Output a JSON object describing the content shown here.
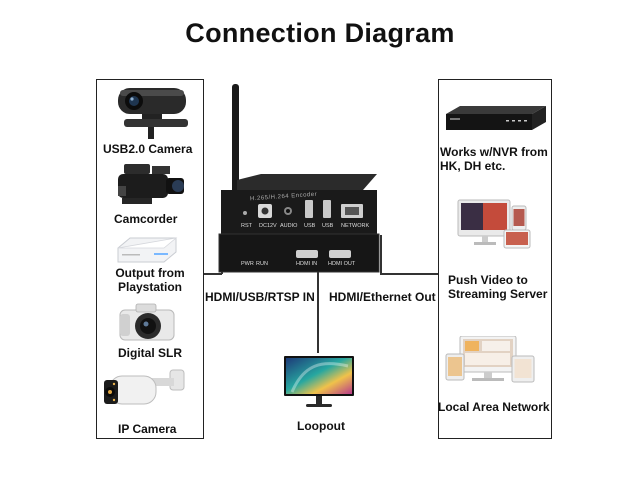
{
  "title": "Connection Diagram",
  "inputs": [
    {
      "label": "USB2.0 Camera",
      "icon": "webcam-icon"
    },
    {
      "label": "Camcorder",
      "icon": "camcorder-icon"
    },
    {
      "label": "Output from Playstation",
      "icon": "game-console-icon"
    },
    {
      "label": "Digital SLR",
      "icon": "dslr-camera-icon"
    },
    {
      "label": "IP Camera",
      "icon": "bullet-ip-camera-icon"
    }
  ],
  "outputs": [
    {
      "label": "Works w/NVR from HK, DH etc.",
      "icon": "nvr-recorder-icon"
    },
    {
      "label": "Push Video to Streaming Server",
      "icon": "streaming-screens-icon"
    },
    {
      "label": "Local Area Network",
      "icon": "lan-devices-icon"
    }
  ],
  "connections": {
    "input_label": "HDMI/USB/RTSP IN",
    "output_label": "HDMI/Ethernet Out",
    "loopout_label": "Loopout"
  },
  "device": {
    "top_ports": [
      "RST",
      "DC12V",
      "AUDIO",
      "USB",
      "USB",
      "NETWORK"
    ],
    "front_labels": [
      "PWR",
      "RUN",
      "HDMI IN",
      "HDMI OUT"
    ],
    "brand_text": "H.265/H.264 Encoder"
  },
  "colors": {
    "device_body": "#1a1a1a",
    "panel_border": "#222222",
    "wire": "#333333"
  }
}
